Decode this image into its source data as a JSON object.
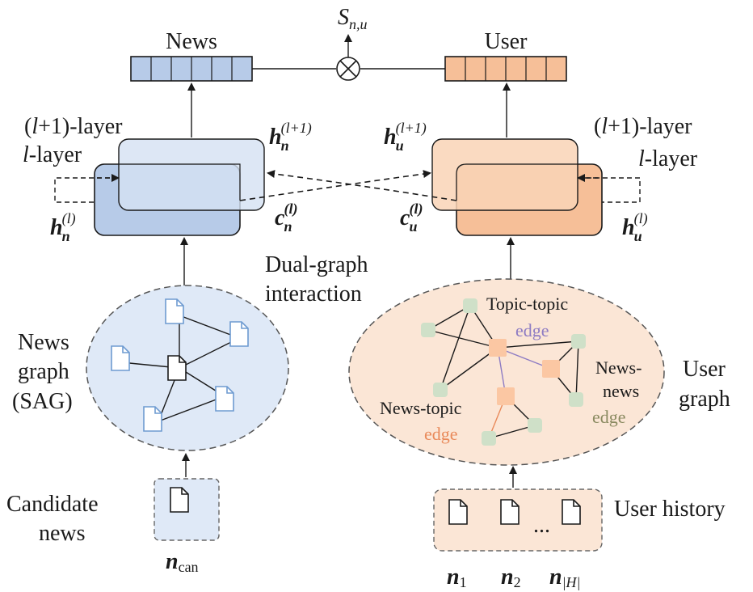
{
  "colors": {
    "news_fill": "#dfe9f7",
    "news_stroke": "#7ba3d6",
    "news_block": "#b7cbe8",
    "user_fill": "#fbe6d6",
    "user_stroke": "#e79a6c",
    "user_block": "#f6bf98",
    "topic_node": "#fbc7a3",
    "news_node": "#cfe0c8",
    "topic_edge": "#8e7cc3",
    "newstopic_edge": "#e98a5a",
    "newsnews_edge": "#8a8a60"
  },
  "labels": {
    "news": "News",
    "user": "User",
    "score_main": "S",
    "score_sub": "n,u",
    "layer_l1_left_pre": "(",
    "layer_l1_left_l": "l",
    "layer_l1_left_post": "+1)-layer",
    "layer_l_left_l": "l",
    "layer_l_left_post": "-layer",
    "layer_l1_right_pre": "(",
    "layer_l1_right_l": "l",
    "layer_l1_right_post": "+1)-layer",
    "layer_l_right_l": "l",
    "layer_l_right_post": "-layer",
    "h_n_l1_base": "h",
    "h_n_l1_sub": "n",
    "h_n_l1_sup": "(l+1)",
    "h_u_l1_base": "h",
    "h_u_l1_sub": "u",
    "h_u_l1_sup": "(l+1)",
    "h_n_l_base": "h",
    "h_n_l_sub": "n",
    "h_n_l_sup": "(l)",
    "h_u_l_base": "h",
    "h_u_l_sub": "u",
    "h_u_l_sup": "(l)",
    "c_n_base": "c",
    "c_n_sub": "n",
    "c_n_sup": "(l)",
    "c_u_base": "c",
    "c_u_sub": "u",
    "c_u_sup": "(l)",
    "dual_graph_1": "Dual-graph",
    "dual_graph_2": "interaction",
    "news_graph_1": "News",
    "news_graph_2": "graph",
    "news_graph_3": "(SAG)",
    "user_graph_1": "User",
    "user_graph_2": "graph",
    "topic_topic_1": "Topic-topic",
    "topic_topic_2": "edge",
    "news_topic_1": "News-topic",
    "news_topic_2": "edge",
    "news_news_1": "News-",
    "news_news_2": "news",
    "news_news_3": "edge",
    "candidate_1": "Candidate",
    "candidate_2": "news",
    "user_history": "User history",
    "n_can_base": "n",
    "n_can_sub": "can",
    "n1_base": "n",
    "n1_sub": "1",
    "n2_base": "n",
    "n2_sub": "2",
    "nH_base": "n",
    "nH_sub": "|H|",
    "ellipsis": "..."
  }
}
